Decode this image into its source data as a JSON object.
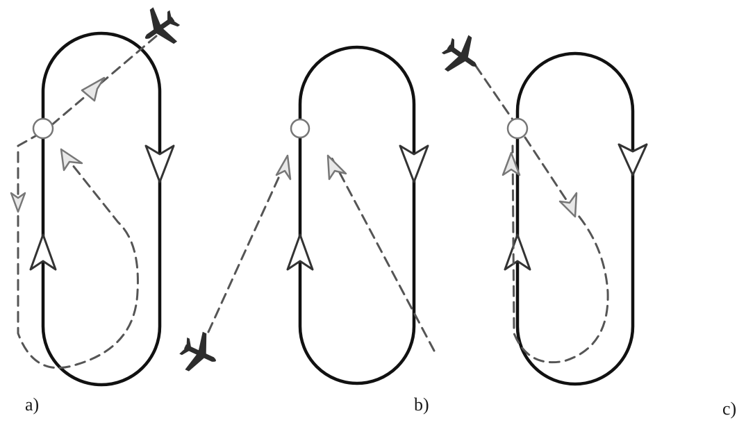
{
  "panels": [
    {
      "label": "a)",
      "entry": "parallel"
    },
    {
      "label": "b)",
      "entry": "direct"
    },
    {
      "label": "c)",
      "entry": "teardrop"
    }
  ],
  "icons": {
    "aircraft": "airplane-icon",
    "holding_fix": "circle-fix-icon"
  },
  "colors": {
    "track": "#111111",
    "entry_path": "#555555",
    "aircraft": "#2d2d2d"
  }
}
